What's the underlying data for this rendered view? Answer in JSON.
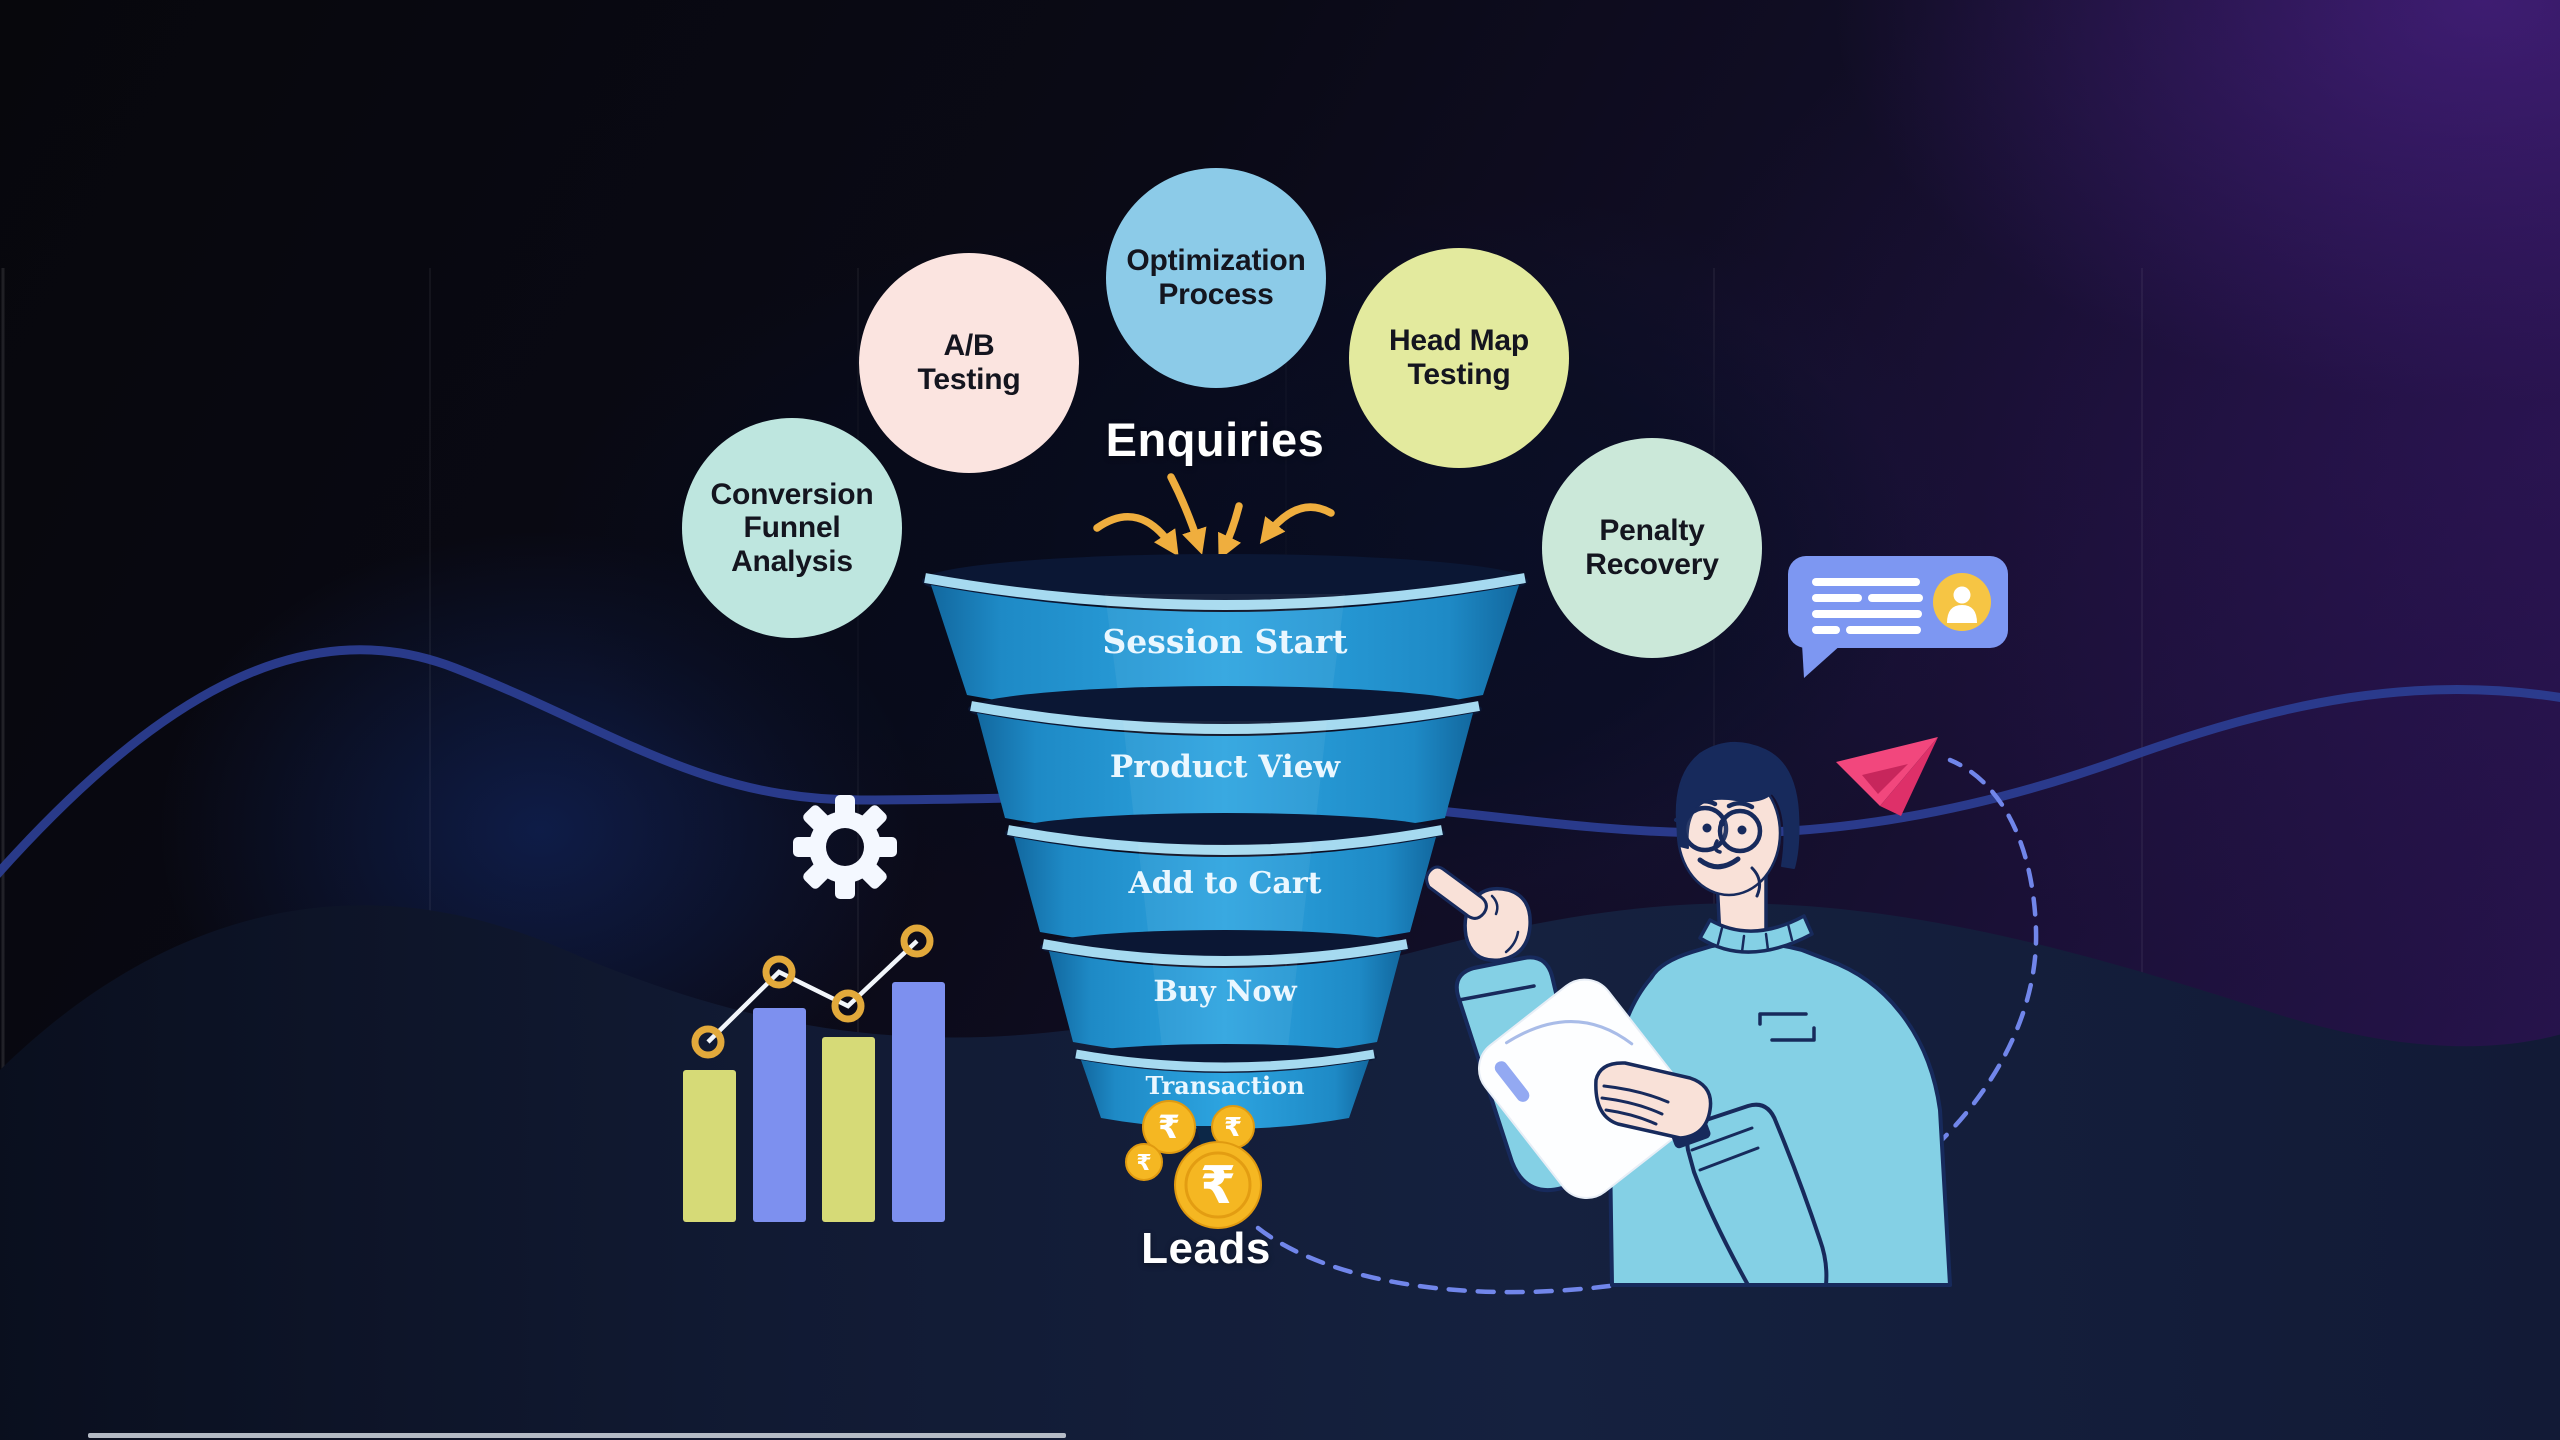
{
  "stage": {
    "enquiries_label": "Enquiries",
    "leads_label": "Leads"
  },
  "bubbles": {
    "optimization": {
      "label": "Optimization\nProcess",
      "color": "#8CCBE8"
    },
    "ab_testing": {
      "label": "A/B\nTesting",
      "color": "#FBE4E0"
    },
    "head_map": {
      "label": "Head Map\nTesting",
      "color": "#E3EA9E"
    },
    "conversion": {
      "label": "Conversion\nFunnel\nAnalysis",
      "color": "#BEE6DF"
    },
    "penalty": {
      "label": "Penalty\nRecovery",
      "color": "#CBE8D9"
    }
  },
  "funnel": {
    "stages": [
      "Session Start",
      "Product View",
      "Add to Cart",
      "Buy Now",
      "Transaction"
    ],
    "body_color": "#2DA4E0",
    "rim_color": "#A6DAF0",
    "label_color": "#EAF7FF"
  },
  "coins": {
    "currency_symbol": "₹",
    "color": "#F5B722"
  },
  "mini_chart": {
    "type": "bar",
    "note": "decorative, no axis labels shown",
    "bar_colors": [
      "#D6DA77",
      "#7D90EF",
      "#D6DA77",
      "#7D90EF"
    ],
    "relative_bar_heights": [
      152,
      214,
      185,
      240
    ],
    "trend_line_color": "#F2F6FA",
    "marker_color": "#E2A93B"
  },
  "icons": {
    "gear": "gear-icon",
    "chat_bubble": "chat-bubble-icon",
    "chat_user": "user-icon",
    "paper_plane": "paper-plane-icon",
    "rupee_coins": "rupee-coin-icon",
    "funnel_arrows": "curved-arrow-icon",
    "bar_chart": "bar-chart-icon"
  },
  "illustration": {
    "person": "man with glasses in light blue sweater holding tablet, pointing at funnel"
  },
  "colors": {
    "arrow_amber": "#EFAE3E",
    "wave_line_blue": "#2B3D90",
    "dashed_curve_blue": "#7186EA",
    "person_sweater": "#84D0E5",
    "person_skin": "#F9E1D8",
    "person_outline": "#172A5C",
    "plane_pink": "#F2477D",
    "bubble_panel_blue": "#7D97F2"
  }
}
